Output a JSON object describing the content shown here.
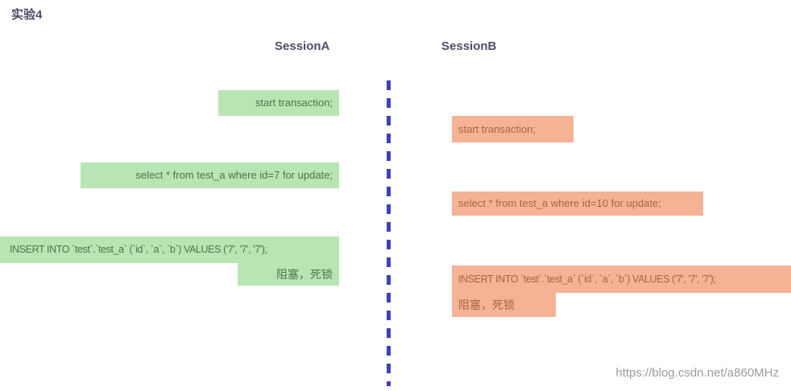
{
  "page": {
    "title": "实验4",
    "watermark": "https://blog.csdn.net/a860MHz",
    "background_color": "#ffffff",
    "heading_text_color": "#4d4d68"
  },
  "divider": {
    "style": "vertical-dashed-line",
    "color": "#3e43b4"
  },
  "sessions": {
    "a": {
      "label": "SessionA",
      "theme": {
        "box_bg": "#b9e5b4",
        "box_text": "#47784b"
      },
      "steps": [
        {
          "sql": "start transaction;"
        },
        {
          "sql": "select * from test_a where id=7 for update;"
        },
        {
          "sql": "INSERT INTO `test`.`test_a` (`id`, `a`, `b`) VALUES ('7', '7', '7');",
          "note": "阻塞，死锁"
        }
      ]
    },
    "b": {
      "label": "SessionB",
      "theme": {
        "box_bg": "#f5b294",
        "box_text": "#aa6540"
      },
      "steps": [
        {
          "sql": "start transaction;"
        },
        {
          "sql": "select * from test_a where id=10 for update;"
        },
        {
          "sql": "INSERT INTO `test`.`test_a` (`id`, `a`, `b`) VALUES ('7', '7', '7');",
          "note": "阻塞，死锁"
        }
      ]
    }
  }
}
